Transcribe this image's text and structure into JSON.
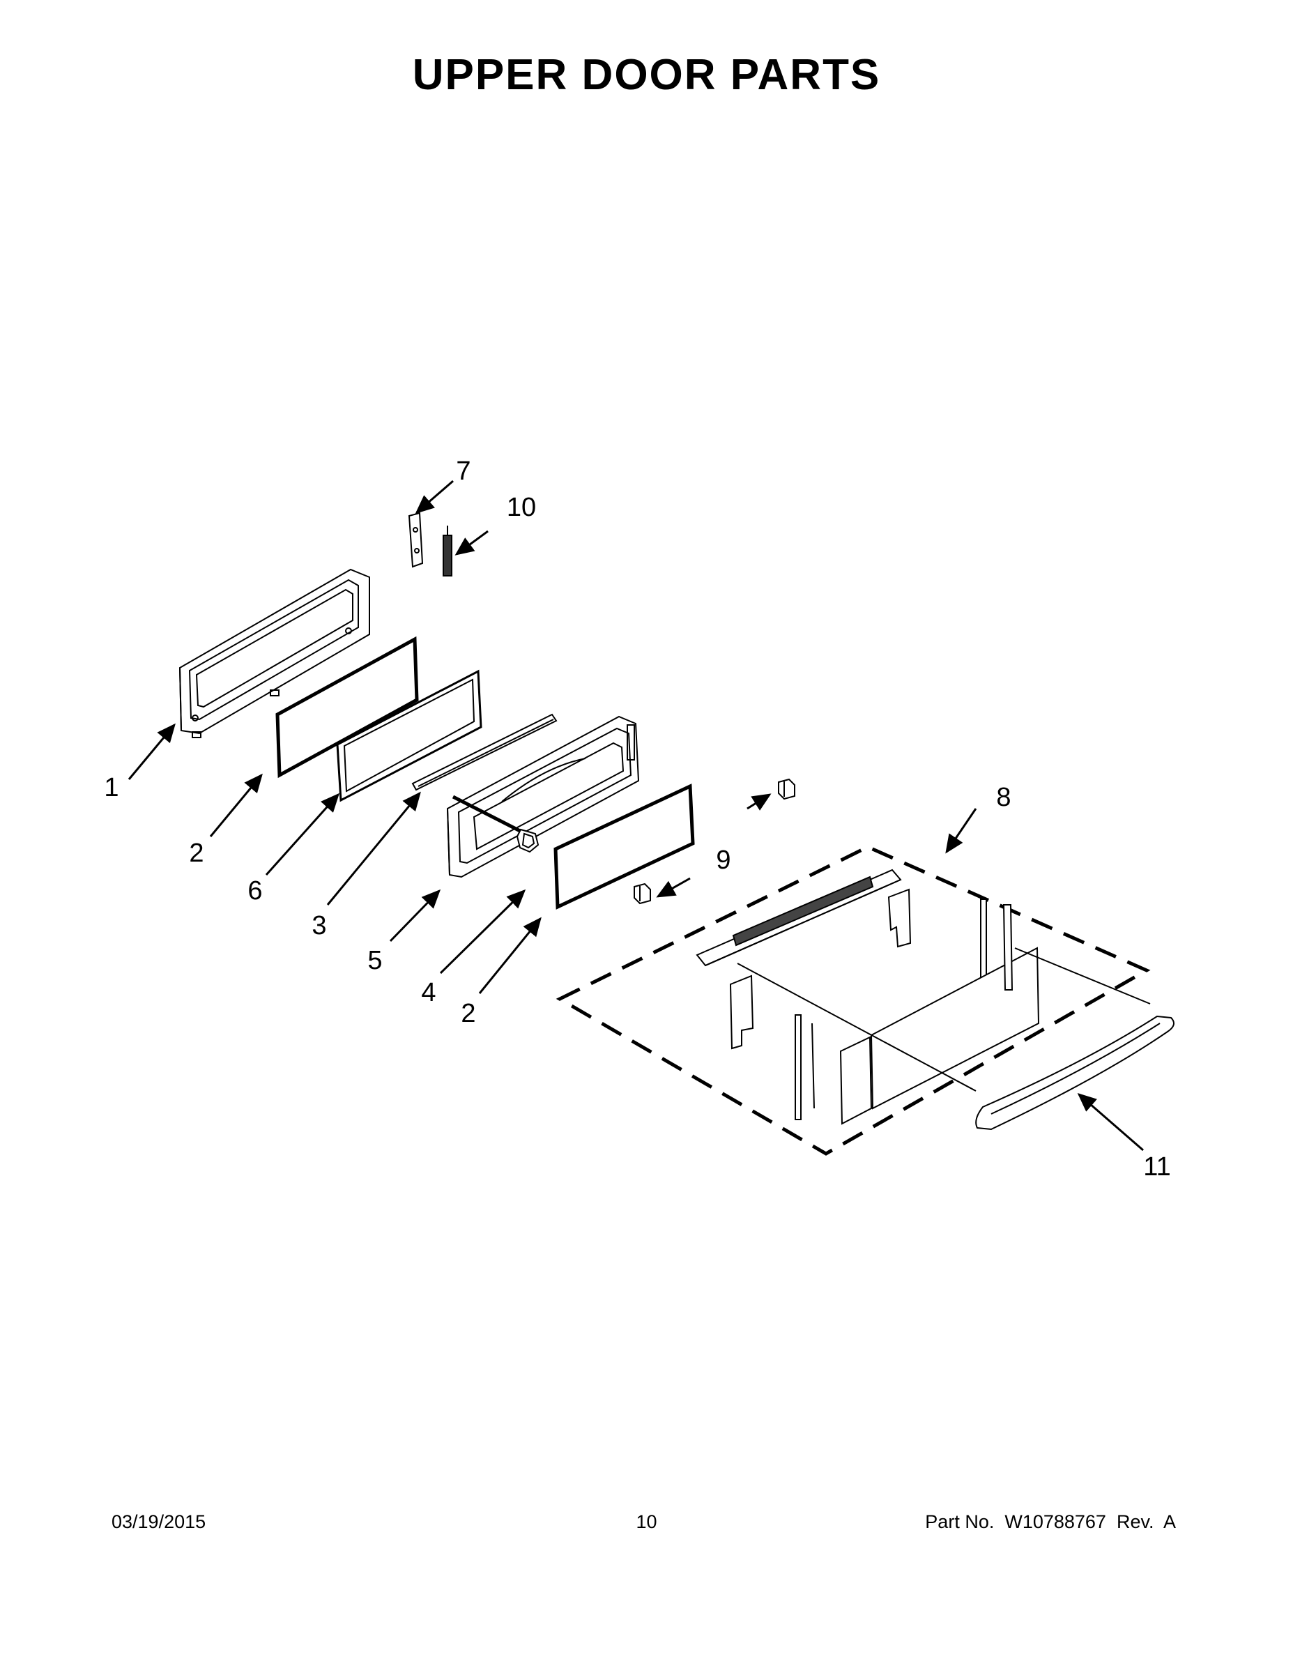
{
  "page": {
    "title": "UPPER DOOR PARTS"
  },
  "diagram": {
    "callouts": [
      {
        "id": "c1",
        "label": "1"
      },
      {
        "id": "c2a",
        "label": "2"
      },
      {
        "id": "c6",
        "label": "6"
      },
      {
        "id": "c3",
        "label": "3"
      },
      {
        "id": "c5",
        "label": "5"
      },
      {
        "id": "c4",
        "label": "4"
      },
      {
        "id": "c2b",
        "label": "2"
      },
      {
        "id": "c7",
        "label": "7"
      },
      {
        "id": "c10",
        "label": "10"
      },
      {
        "id": "c8",
        "label": "8"
      },
      {
        "id": "c9",
        "label": "9"
      },
      {
        "id": "c11",
        "label": "11"
      }
    ]
  },
  "footer": {
    "date": "03/19/2015",
    "page_number": "10",
    "part_number": "Part No.  W10788767  Rev.  A"
  }
}
